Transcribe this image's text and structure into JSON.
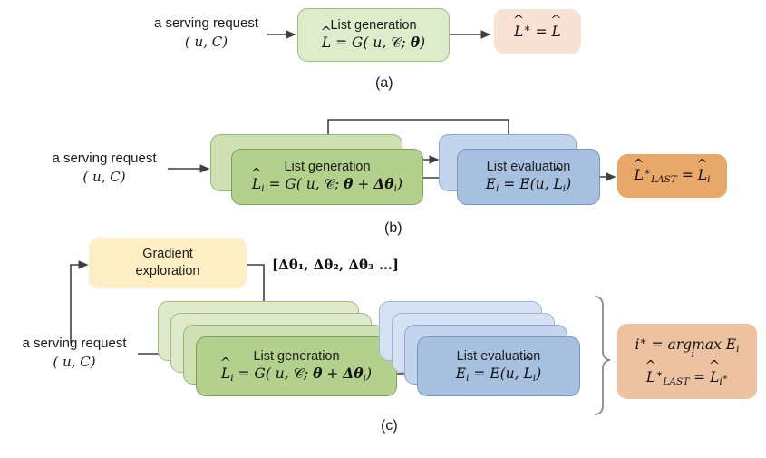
{
  "figure": {
    "panels": [
      {
        "id": "a",
        "label": "(a)",
        "input": {
          "line1": "a serving request",
          "line2": "( u, C)"
        },
        "generation_box": {
          "title": "List generation",
          "formula": "L̂ = G( u, C; θ)"
        },
        "output_box": {
          "formula": "L̂* = L̂"
        }
      },
      {
        "id": "b",
        "label": "(b)",
        "input": {
          "line1": "a serving request",
          "line2": "( u, C)"
        },
        "generation_box": {
          "title": "List generation",
          "formula": "L̂ᵢ = G( u, C; θ + Δθᵢ)"
        },
        "evaluation_box": {
          "title": "List evaluation",
          "formula": "Eᵢ = E(u, L̂ᵢ)"
        },
        "output_box": {
          "formula": "L̂*_LAST = L̂ᵢ"
        }
      },
      {
        "id": "c",
        "label": "(c)",
        "input": {
          "line1": "a serving request",
          "line2": "( u, C)"
        },
        "gradient_box": {
          "line1": "Gradient",
          "line2": "exploration"
        },
        "perturbations_label": "[Δθ₁, Δθ₂, Δθ₃ …]",
        "generation_box": {
          "title": "List generation",
          "formula": "L̂ᵢ = G( u, C; θ + Δθᵢ)"
        },
        "evaluation_box": {
          "title": "List evaluation",
          "formula": "Eᵢ = E(u, L̂ᵢ)"
        },
        "output_box": {
          "formula_line1": "i* = argmax Eᵢ",
          "formula_line1_sub": "i",
          "formula_line2": "L̂*_LAST = L̂ᵢ*"
        }
      }
    ],
    "colors": {
      "generation_green": "#b3d08c",
      "evaluation_blue": "#a7c0e0",
      "output_pink": "#f7e2d3",
      "output_orange": "#e8a86a",
      "output_orange_light": "#edc2a1",
      "gradient_yellow": "#fdeec4",
      "arrow_gray": "#4a4a4a",
      "background": "#ffffff"
    }
  }
}
